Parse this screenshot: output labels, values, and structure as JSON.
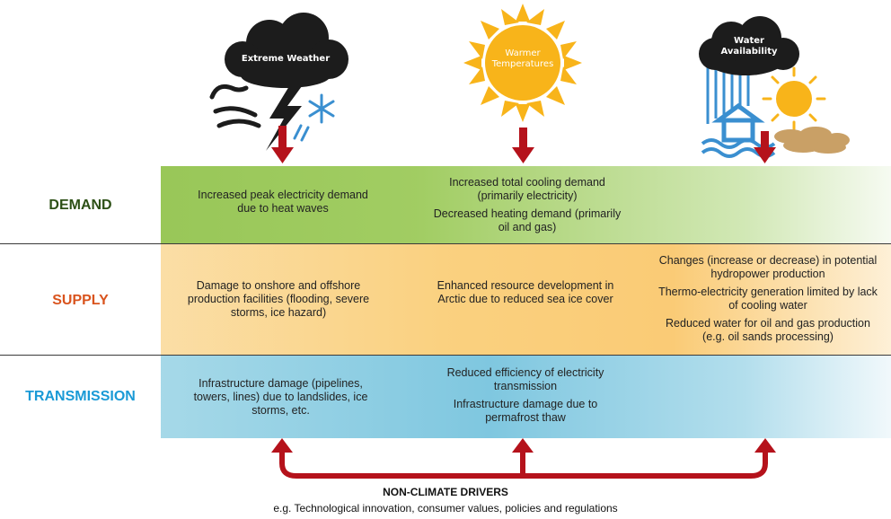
{
  "drivers": {
    "extreme_weather": "Extreme Weather",
    "warmer_temperatures": [
      "Warmer",
      "Temperatures"
    ],
    "water_availability": [
      "Water",
      "Availability"
    ]
  },
  "rows": {
    "demand": {
      "label": "DEMAND",
      "color": "#2d5016",
      "extreme_weather": [
        "Increased peak electricity demand due to heat waves"
      ],
      "warmer_temperatures": [
        "Increased total cooling demand (primarily electricity)",
        "Decreased heating demand (primarily oil and gas)"
      ],
      "water_availability": []
    },
    "supply": {
      "label": "SUPPLY",
      "color": "#d9541e",
      "extreme_weather": [
        "Damage to onshore and offshore production facilities (flooding, severe storms, ice hazard)"
      ],
      "warmer_temperatures": [
        "Enhanced resource development in Arctic due to reduced sea ice cover"
      ],
      "water_availability": [
        "Changes (increase or decrease) in potential hydropower production",
        "Thermo-electricity generation limited by lack of cooling water",
        "Reduced water for oil and gas production (e.g. oil sands processing)"
      ]
    },
    "transmission": {
      "label": "TRANSMISSION",
      "color": "#1a9ad6",
      "extreme_weather": [
        "Infrastructure damage (pipelines, towers, lines) due to landslides, ice storms, etc."
      ],
      "warmer_temperatures": [
        "Reduced efficiency of electricity transmission",
        "Infrastructure damage due to permafrost thaw"
      ],
      "water_availability": []
    }
  },
  "footer": {
    "title": "NON-CLIMATE DRIVERS",
    "subtitle": "e.g. Technological innovation, consumer values, policies and regulations"
  },
  "colors": {
    "arrow_red": "#b5121b",
    "cloud": "#1c1c1c",
    "sun": "#f8b41a",
    "water": "#3a8fd0",
    "sand": "#c9a066"
  }
}
